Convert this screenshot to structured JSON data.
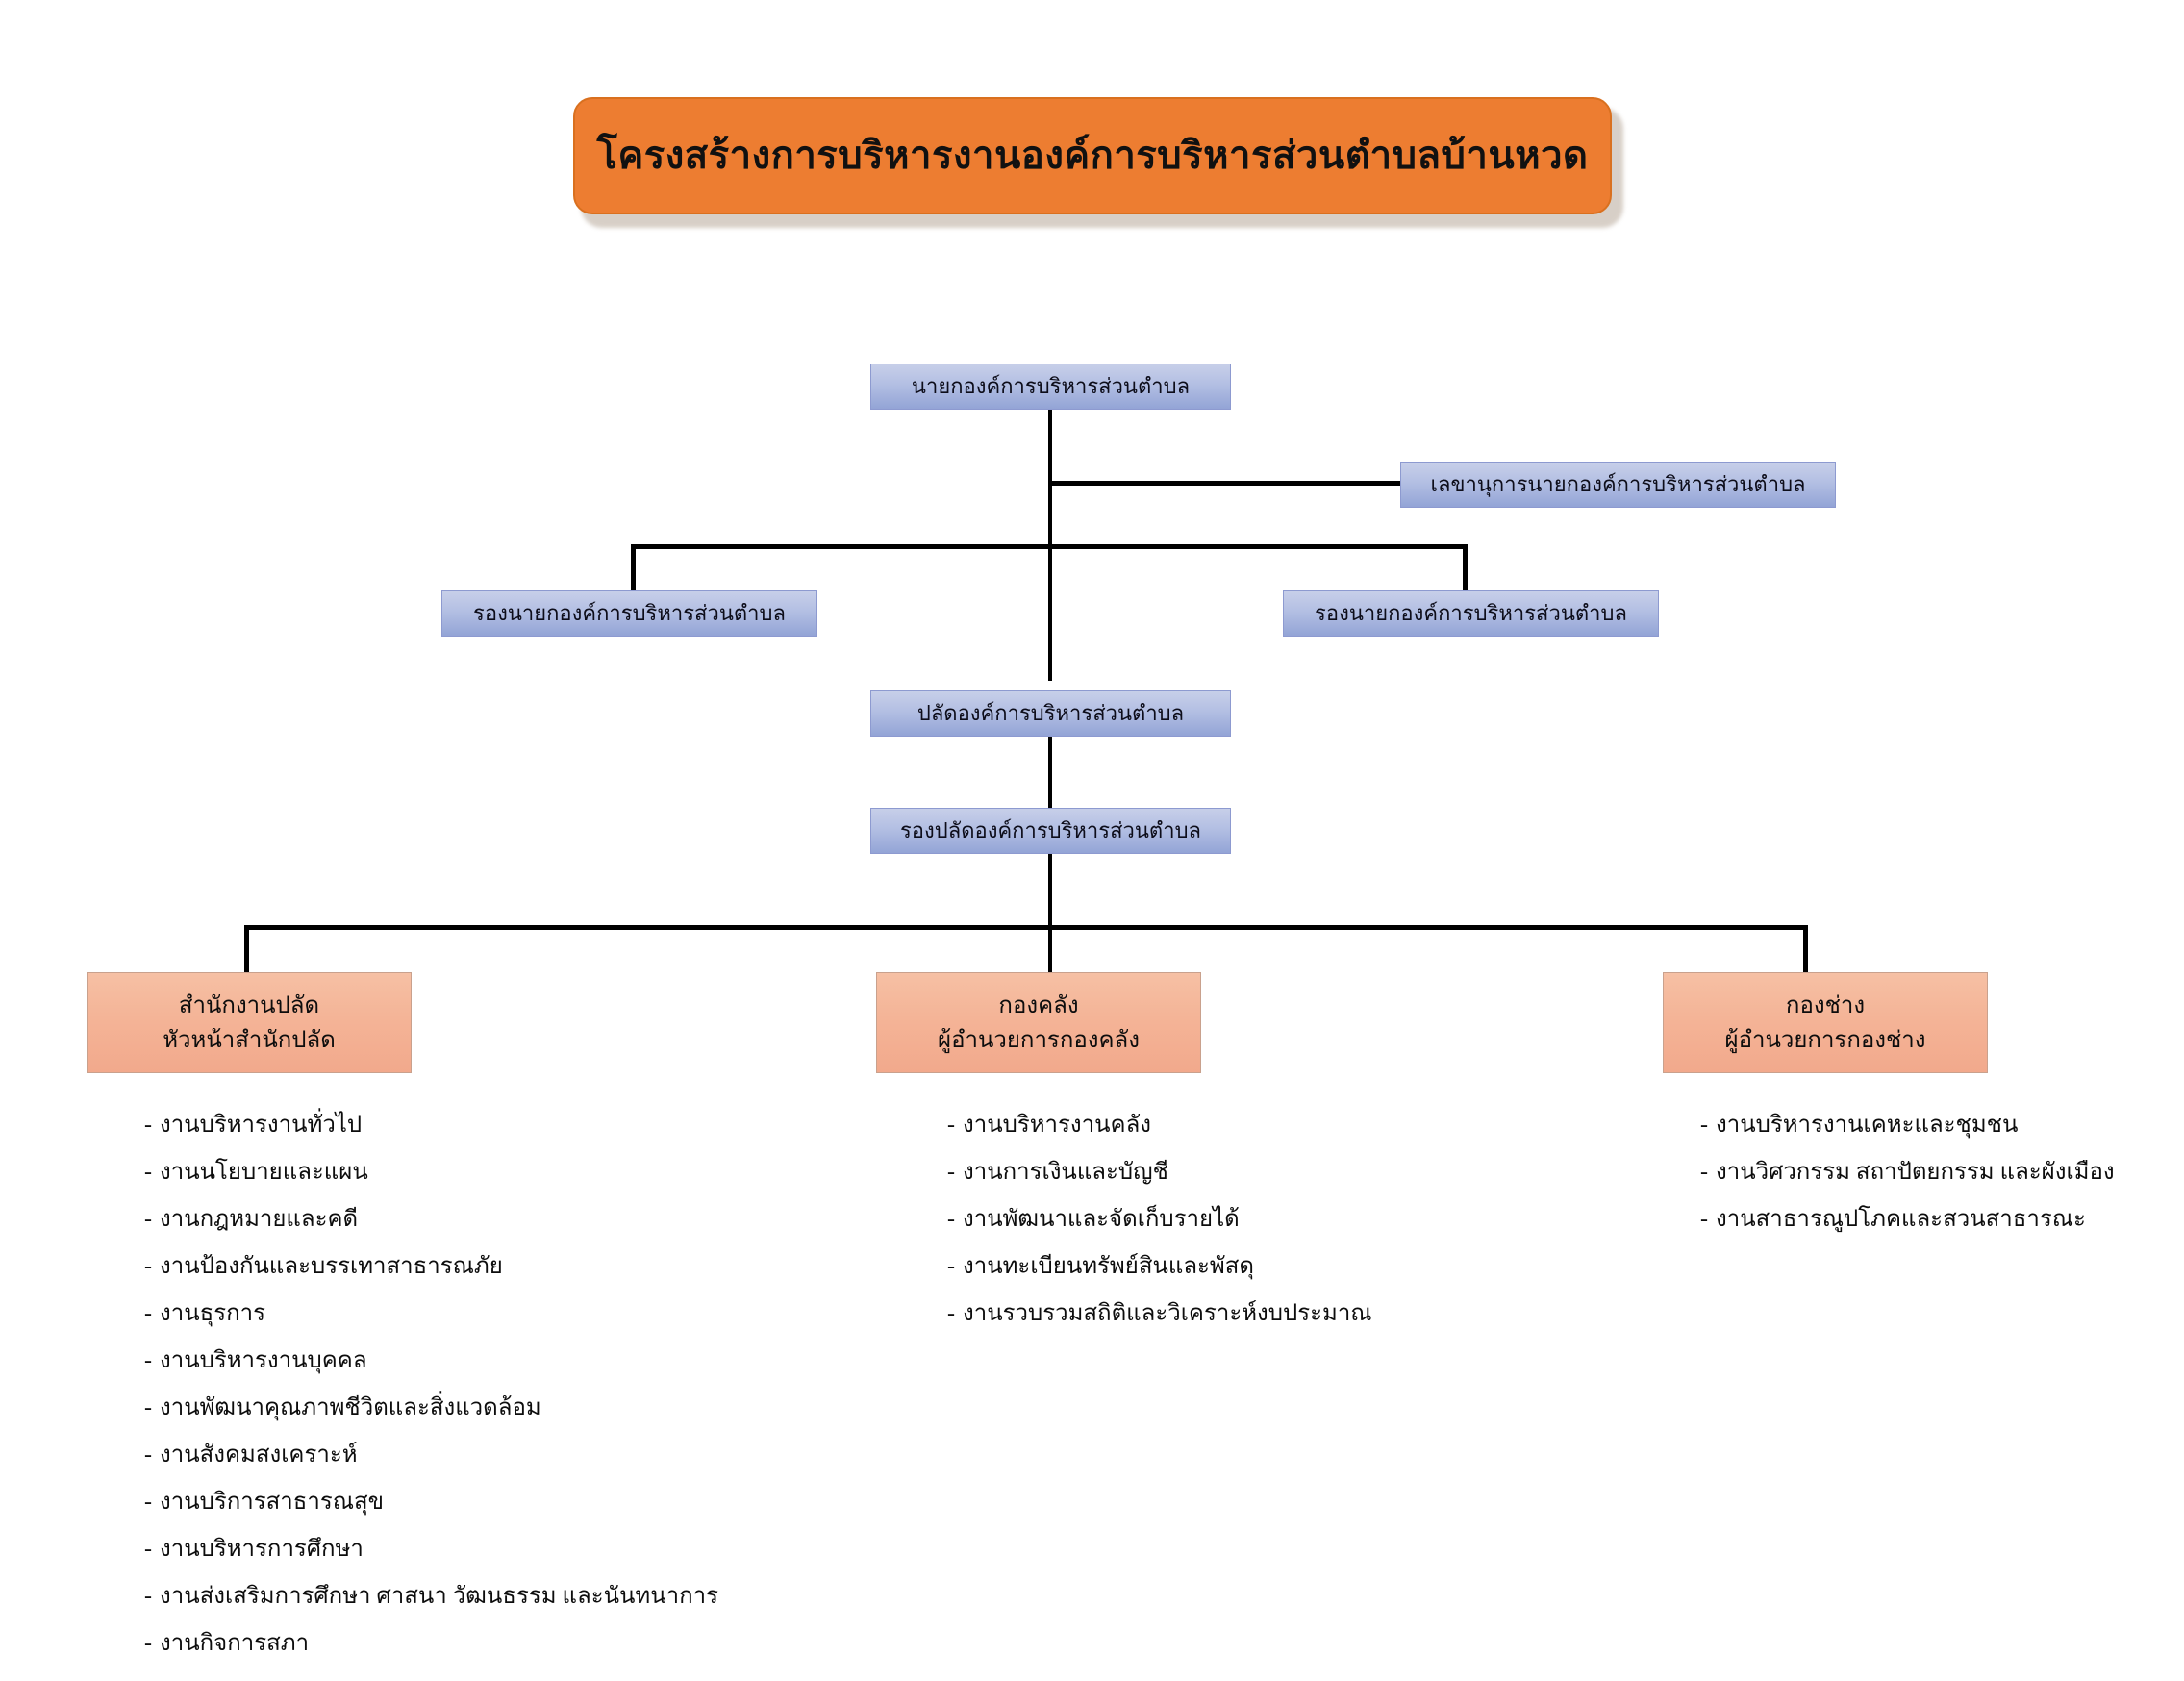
{
  "title": {
    "text": "โครงสร้างการบริหารงานองค์การบริหารส่วนตำบลบ้านหวด"
  },
  "colors": {
    "title_fill": "#ED7D31",
    "title_border": "#d9701f",
    "node_blue": "#b3bfe3",
    "node_orange": "#f4b497",
    "line": "#000000",
    "text": "#0d0d0d"
  },
  "nodes": {
    "mayor": "นายกองค์การบริหารส่วนตำบล",
    "secretary": "เลขานุการนายกองค์การบริหารส่วนตำบล",
    "deputy_mayor_left": "รองนายกองค์การบริหารส่วนตำบล",
    "deputy_mayor_right": "รองนายกองค์การบริหารส่วนตำบล",
    "clerk": "ปลัดองค์การบริหารส่วนตำบล",
    "deputy_clerk": "รองปลัดองค์การบริหารส่วนตำบล"
  },
  "departments": [
    {
      "name": "สำนักงานปลัด",
      "head": "หัวหน้าสำนักปลัด",
      "tasks": [
        "งานบริหารงานทั่วไป",
        "งานนโยบายและแผน",
        "งานกฎหมายและคดี",
        "งานป้องกันและบรรเทาสาธารณภัย",
        "งานธุรการ",
        "งานบริหารงานบุคคล",
        "งานพัฒนาคุณภาพชีวิตและสิ่งแวดล้อม",
        "งานสังคมสงเคราะห์",
        "งานบริการสาธารณสุข",
        "งานบริหารการศึกษา",
        "งานส่งเสริมการศึกษา ศาสนา วัฒนธรรม และนันทนาการ",
        "งานกิจการสภา"
      ]
    },
    {
      "name": "กองคลัง",
      "head": "ผู้อำนวยการกองคลัง",
      "tasks": [
        "งานบริหารงานคลัง",
        "งานการเงินและบัญชี",
        "งานพัฒนาและจัดเก็บรายได้",
        "งานทะเบียนทรัพย์สินและพัสดุ",
        "งานรวบรวมสถิติและวิเคราะห์งบประมาณ"
      ]
    },
    {
      "name": "กองช่าง",
      "head": "ผู้อำนวยการกองช่าง",
      "tasks": [
        "งานบริหารงานเคหะและชุมชน",
        "งานวิศวกรรม สถาปัตยกรรม และผังเมือง",
        "งานสาธารณูปโภคและสวนสาธารณะ"
      ]
    }
  ],
  "bullet": "-"
}
